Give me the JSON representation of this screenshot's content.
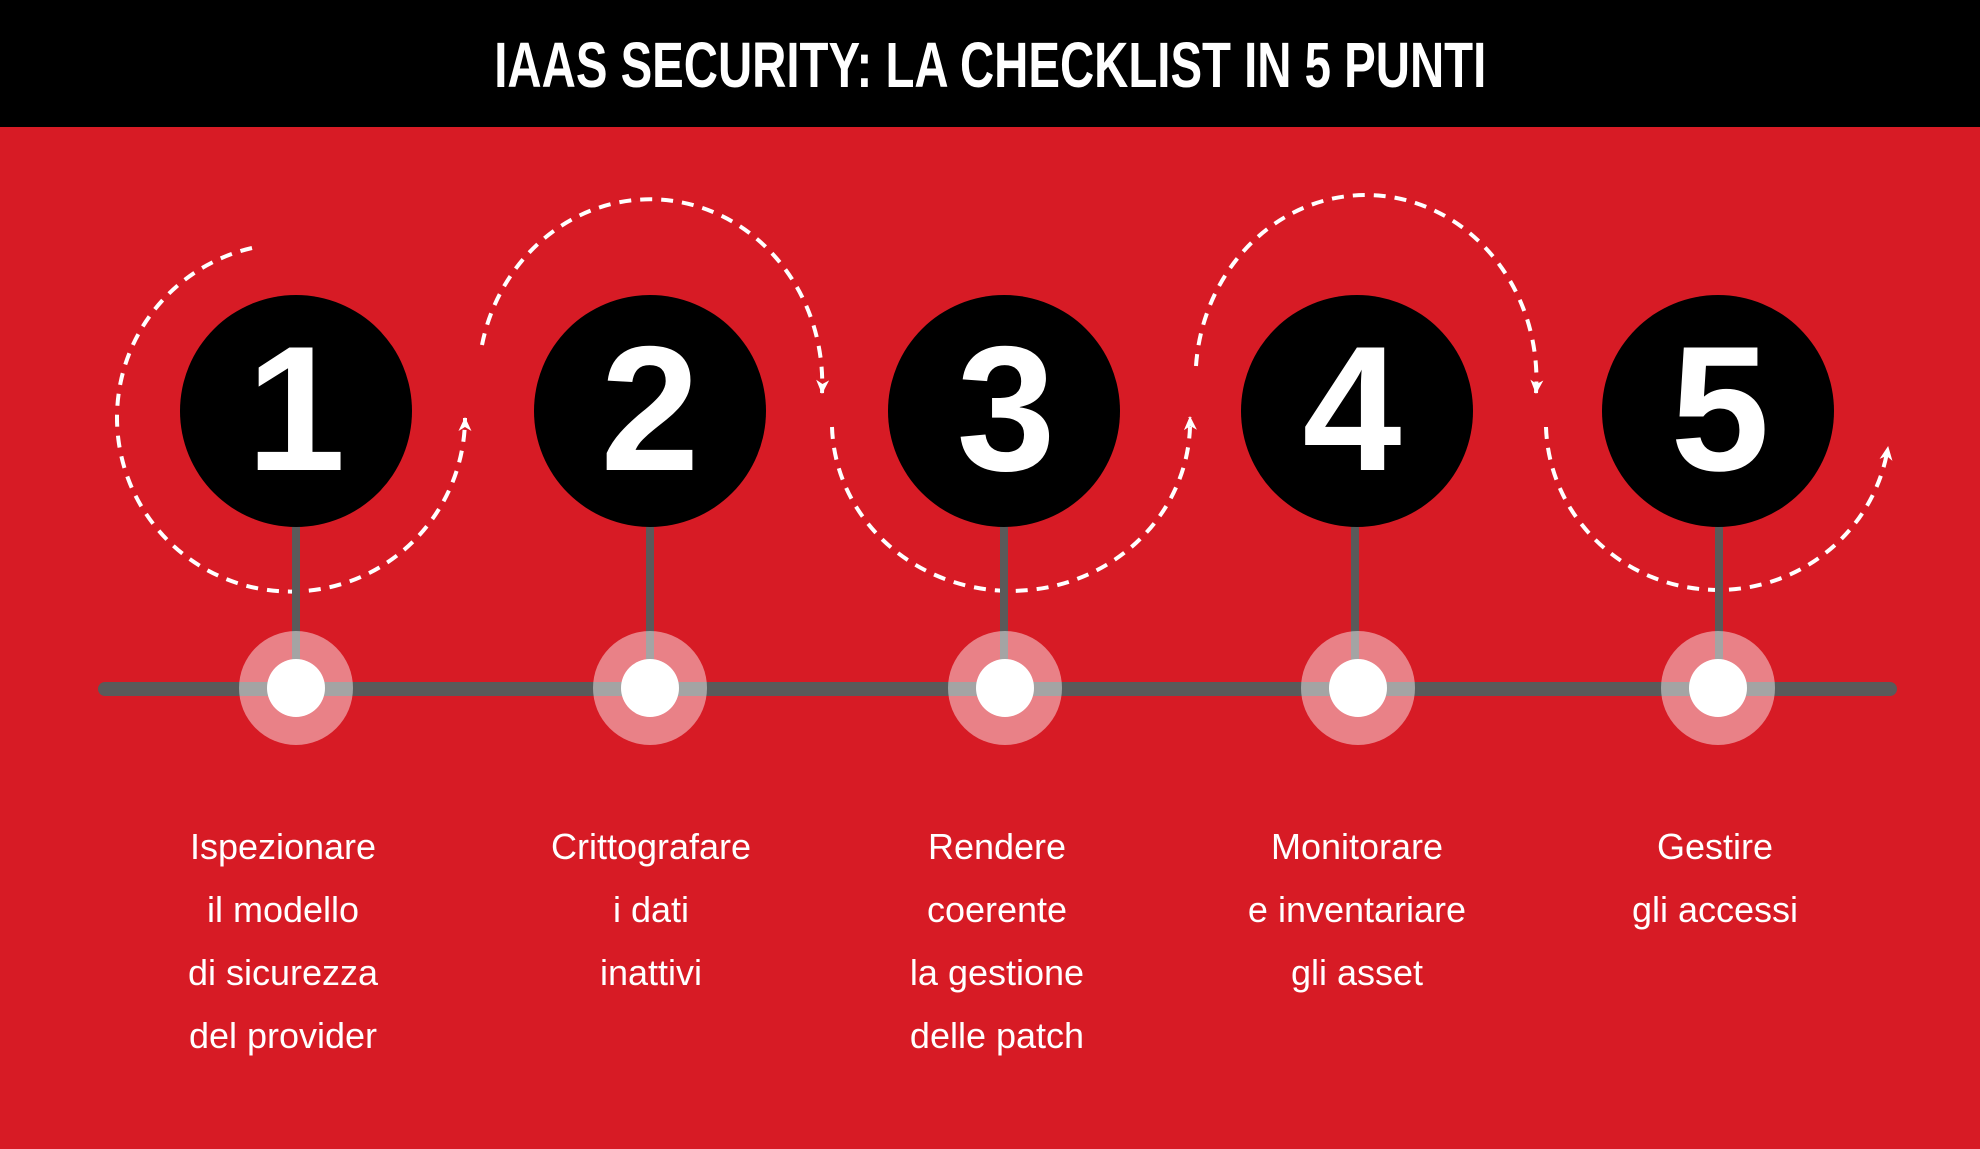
{
  "header": {
    "title": "IAAS SECURITY: LA CHECKLIST IN 5 PUNTI"
  },
  "colors": {
    "background_red": "#d71b25",
    "header_black": "#000000",
    "circle_black": "#000000",
    "timeline_gray": "#5a5a5a",
    "node_ring": "rgba(255,255,255,0.45)",
    "node_center": "#ffffff",
    "text_white": "#ffffff"
  },
  "steps": [
    {
      "number": "1",
      "lines": [
        "Ispezionare",
        "il modello",
        "di sicurezza",
        "del provider"
      ]
    },
    {
      "number": "2",
      "lines": [
        "Crittografare",
        "i dati",
        "inattivi"
      ]
    },
    {
      "number": "3",
      "lines": [
        "Rendere",
        "coerente",
        "la gestione",
        "delle patch"
      ]
    },
    {
      "number": "4",
      "lines": [
        "Monitorare",
        "e inventariare",
        "gli asset"
      ]
    },
    {
      "number": "5",
      "lines": [
        "Gestire",
        "gli accessi"
      ]
    }
  ],
  "icons": {
    "flow_arrow": "dashed-curved-arrow-icon",
    "timeline_node": "timeline-node-icon"
  }
}
